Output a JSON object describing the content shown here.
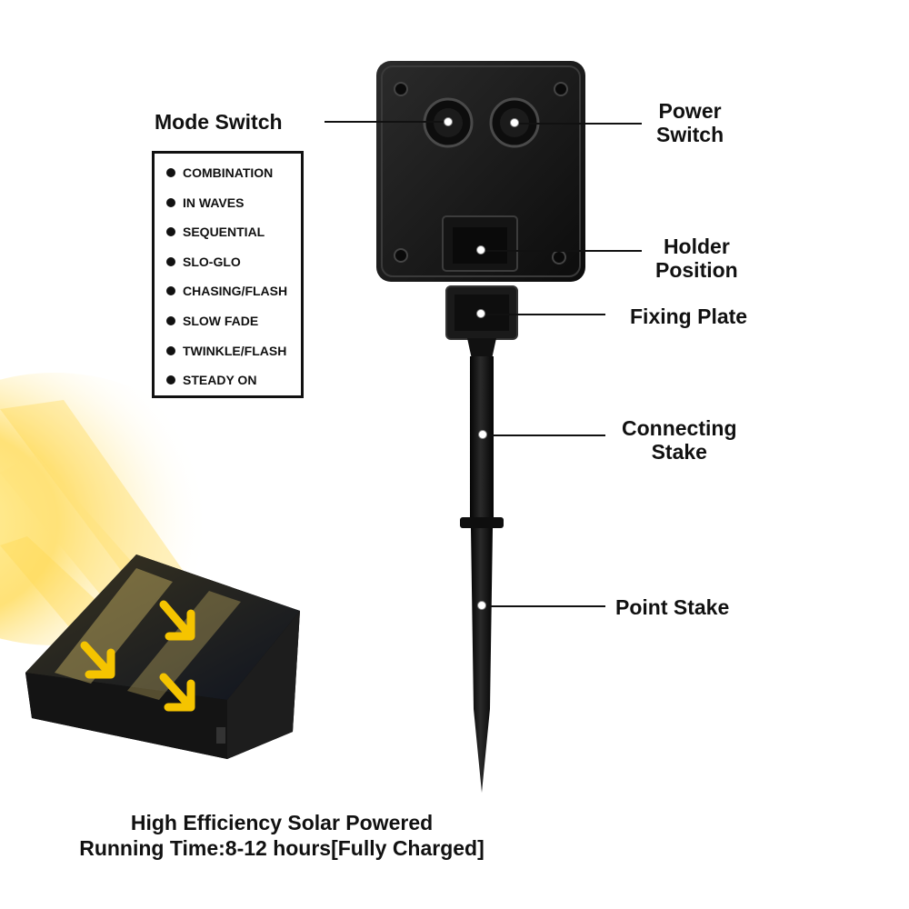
{
  "labels": {
    "mode_switch": "Mode Switch",
    "power_switch": [
      "Power",
      "Switch"
    ],
    "holder_position": [
      "Holder",
      "Position"
    ],
    "fixing_plate": "Fixing Plate",
    "connecting_stake": [
      "Connecting",
      "Stake"
    ],
    "point_stake": "Point Stake"
  },
  "modes": [
    "COMBINATION",
    "IN WAVES",
    "SEQUENTIAL",
    "SLO-GLO",
    "CHASING/FLASH",
    "SLOW FADE",
    "TWINKLE/FLASH",
    "STEADY ON"
  ],
  "caption": {
    "line1": "High Efficiency Solar Powered",
    "line2": "Running Time:8-12 hours[Fully Charged]"
  },
  "colors": {
    "text": "#111111",
    "device_body": "#1a1a1a",
    "sunlight": "#f5c400",
    "background": "#ffffff"
  }
}
